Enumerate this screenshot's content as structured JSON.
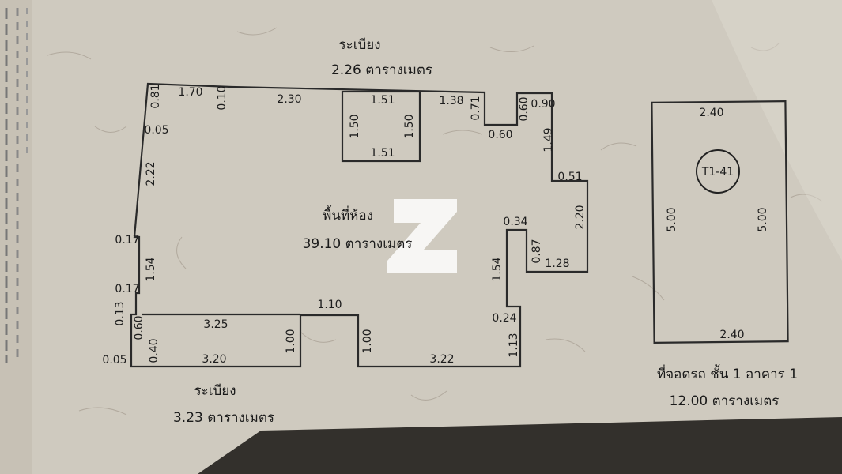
{
  "colors": {
    "paper": "#cfcabf",
    "ink": "#1d1d1d",
    "shadow": "#26231f",
    "watermark": "#ffffff"
  },
  "labels": {
    "top_balcony_title": "ระเบียง",
    "top_balcony_area": "2.26 ตารางเมตร",
    "room_title": "พื้นที่ห้อง",
    "room_area": "39.10 ตารางเมตร",
    "bottom_balcony_title": "ระเบียง",
    "bottom_balcony_area": "3.23 ตารางเมตร",
    "parking_title": "ที่จอดรถ ชั้น 1 อาคาร 1",
    "parking_area": "12.00 ตารางเมตร",
    "parking_code": "T1-41"
  },
  "dimensions": {
    "d081": "0.81",
    "d170": "1.70",
    "d010": "0.10",
    "d230": "2.30",
    "d151a": "1.51",
    "d150a": "1.50",
    "d150b": "1.50",
    "d151b": "1.51",
    "d138": "1.38",
    "d071": "0.71",
    "d060a": "0.60",
    "d090": "0.90",
    "d060b": "0.60",
    "d149": "1.49",
    "d005a": "0.05",
    "d222": "2.22",
    "d051": "0.51",
    "d220": "2.20",
    "d034": "0.34",
    "d087": "0.87",
    "d128": "1.28",
    "d017a": "0.17",
    "d154a": "1.54",
    "d017b": "0.17",
    "d013": "0.13",
    "d110": "1.10",
    "d154b": "1.54",
    "d060c": "0.60",
    "d325": "3.25",
    "d040": "0.40",
    "d320": "3.20",
    "d100a": "1.00",
    "d100b": "1.00",
    "d322": "3.22",
    "d024": "0.24",
    "d113": "1.13",
    "d005b": "0.05",
    "d240a": "2.40",
    "d500a": "5.00",
    "d500b": "5.00",
    "d240b": "2.40"
  },
  "icons": {
    "watermark": "z-logo-icon"
  }
}
